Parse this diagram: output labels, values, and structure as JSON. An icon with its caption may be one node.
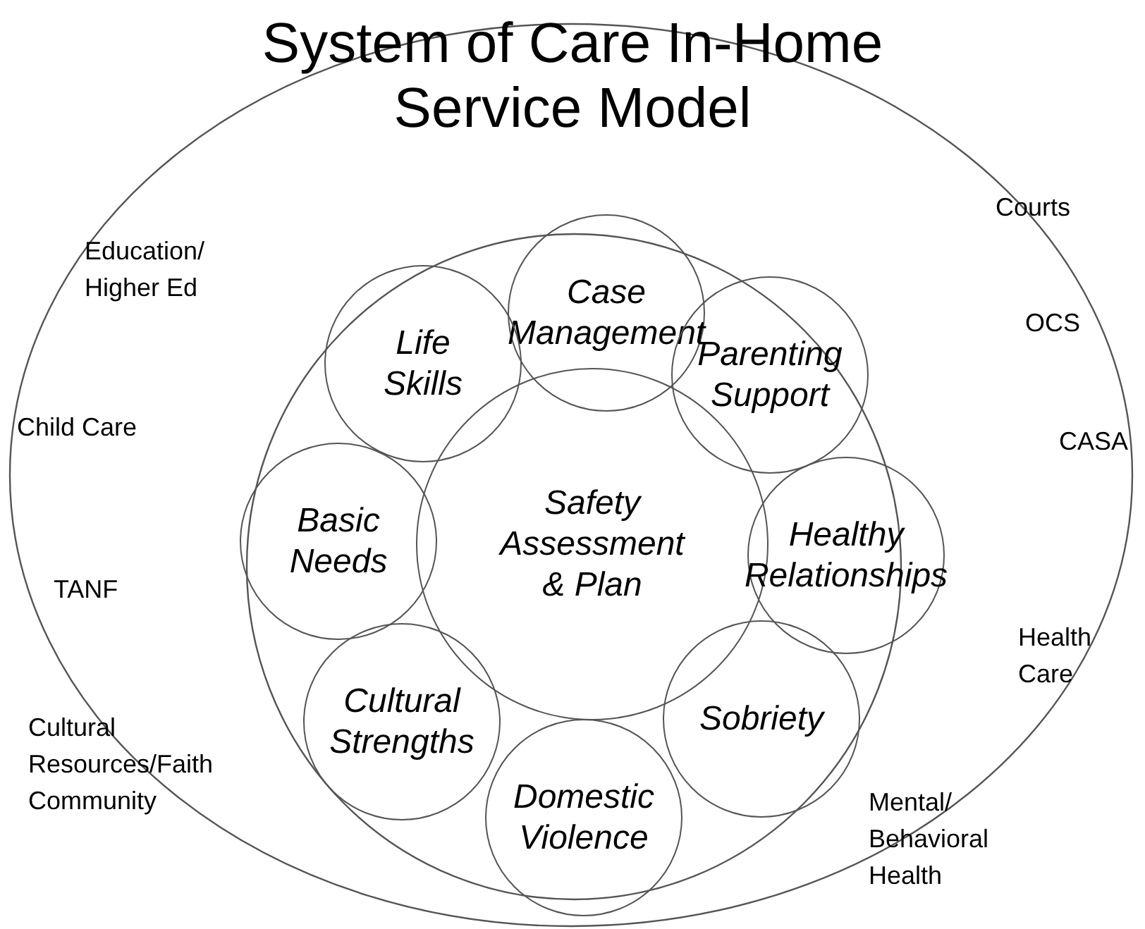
{
  "diagram": {
    "title": "System of Care In-Home Service Model",
    "nodes": [
      {
        "text": [
          "Case Management"
        ]
      },
      {
        "text": [
          "Life Skills"
        ]
      },
      {
        "text": [
          "Parenting Support"
        ]
      },
      {
        "text": [
          "Basic Needs"
        ]
      },
      {
        "text": [
          "Safety Assessment & Plan"
        ]
      },
      {
        "text": [
          "Healthy Relationships"
        ]
      },
      {
        "text": [
          "Cultural Strengths"
        ]
      },
      {
        "text": [
          "Sobriety"
        ]
      },
      {
        "text": [
          "Domestic Violence"
        ]
      }
    ],
    "edges": [],
    "labels": [
      "Courts",
      "Education/ Higher Ed",
      "OCS",
      "Child Care",
      "CASA",
      "TANF",
      "Health Care",
      "Cultural Resources/Faith Community",
      "Mental/ Behavioral Health"
    ]
  }
}
